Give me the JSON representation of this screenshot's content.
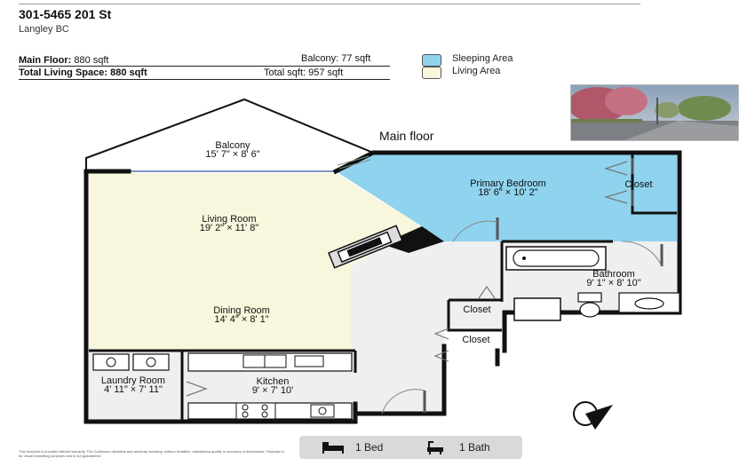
{
  "header": {
    "address": "301-5465 201 St",
    "city": "Langley BC",
    "main_floor_label": "Main Floor:",
    "main_floor_value": "880 sqft",
    "balcony_text": "Balcony: 77 sqft",
    "total_living_label": "Total Living Space:",
    "total_living_value": "880 sqft",
    "total_sqft_text": "Total sqft: 957 sqft"
  },
  "legend": {
    "items": [
      {
        "label": "Sleeping Area",
        "color": "#8fd3ee"
      },
      {
        "label": "Living Area",
        "color": "#f8f6dc"
      }
    ]
  },
  "floor": {
    "title": "Main floor",
    "rooms": [
      {
        "id": "balcony",
        "name": "Balcony",
        "dims": "15' 7\" × 8' 6\""
      },
      {
        "id": "living",
        "name": "Living Room",
        "dims": "19' 2\" × 11' 8\""
      },
      {
        "id": "dining",
        "name": "Dining Room",
        "dims": "14' 4\" × 8' 1\""
      },
      {
        "id": "primary",
        "name": "Primary Bedroom",
        "dims": "18' 6\" × 10' 2\""
      },
      {
        "id": "bathroom",
        "name": "Bathroom",
        "dims": "9' 1\" × 8' 10\""
      },
      {
        "id": "laundry",
        "name": "Laundry Room",
        "dims": "4' 11\" × 7' 11\""
      },
      {
        "id": "kitchen",
        "name": "Kitchen",
        "dims": "9' × 7' 10'"
      }
    ],
    "closets": [
      "Closet",
      "Closet",
      "Closet"
    ]
  },
  "summary": {
    "beds": "1 Bed",
    "baths": "1 Bath"
  },
  "colors": {
    "sleeping": "#8fd3ee",
    "living": "#f8f6dc",
    "wall": "#111111",
    "floor": "#efefef"
  },
  "icons": [
    "bed-icon",
    "bath-icon",
    "compass-icon",
    "house-photo"
  ],
  "disclaimer": "This floorplan is provided without warranty. The Contractor disclaims any warranty including, without limitation, satisfactory quality or accuracy of dimensions. Floorplan is for visual marketing purposes and is not guaranteed."
}
